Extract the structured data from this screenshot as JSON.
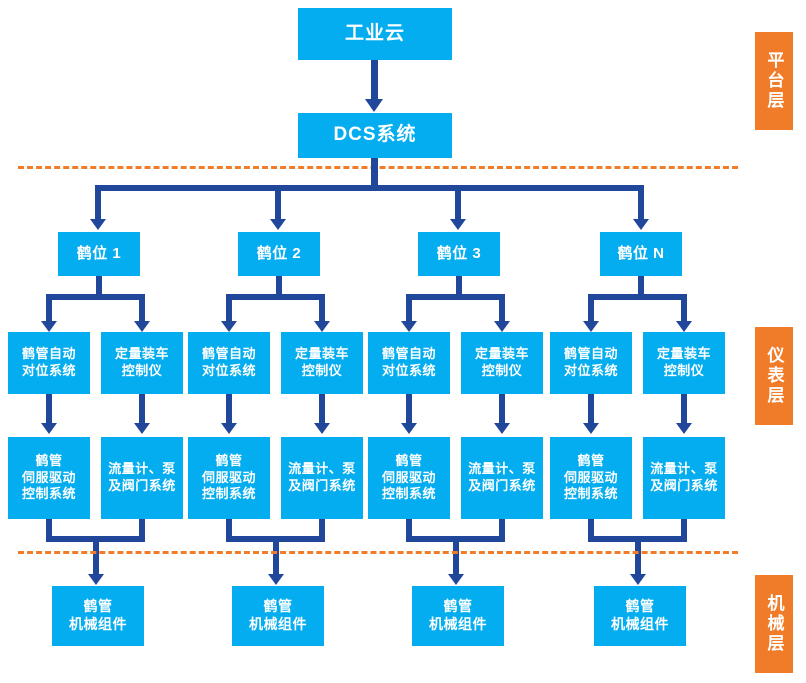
{
  "diagram": {
    "title_box": {
      "label": "工业云"
    },
    "dcs_box": {
      "label": "DCS系统"
    },
    "layer_labels": [
      {
        "name": "platform",
        "label": "平台层"
      },
      {
        "name": "instrument",
        "label": "仪表层"
      },
      {
        "name": "mechanical",
        "label": "机械层"
      }
    ],
    "bays": [
      {
        "label": "鹤位 1"
      },
      {
        "label": "鹤位 2"
      },
      {
        "label": "鹤位 3"
      },
      {
        "label": "鹤位 N"
      }
    ],
    "instrument_boxes": [
      {
        "label": "鹤管自动\n对位系统"
      },
      {
        "label": "定量装车\n控制仪"
      },
      {
        "label": "鹤管自动\n对位系统"
      },
      {
        "label": "定量装车\n控制仪"
      },
      {
        "label": "鹤管自动\n对位系统"
      },
      {
        "label": "定量装车\n控制仪"
      },
      {
        "label": "鹤管自动\n对位系统"
      },
      {
        "label": "定量装车\n控制仪"
      }
    ],
    "mechanical_boxes": [
      {
        "label": "鹤管\n伺服驱动\n控制系统"
      },
      {
        "label": "流量计、泵\n及阀门系统"
      },
      {
        "label": "鹤管\n伺服驱动\n控制系统"
      },
      {
        "label": "流量计、泵\n及阀门系统"
      },
      {
        "label": "鹤管\n伺服驱动\n控制系统"
      },
      {
        "label": "流量计、泵\n及阀门系统"
      },
      {
        "label": "鹤管\n伺服驱动\n控制系统"
      },
      {
        "label": "流量计、泵\n及阀门系统"
      }
    ],
    "component_boxes": [
      {
        "label": "鹤管\n机械组件"
      },
      {
        "label": "鹤管\n机械组件"
      },
      {
        "label": "鹤管\n机械组件"
      },
      {
        "label": "鹤管\n机械组件"
      }
    ],
    "colors": {
      "box_blue": "#03ADEF",
      "connector_navy": "#21479B",
      "layer_orange": "#F07C29",
      "background": "#FFFFFF"
    }
  }
}
